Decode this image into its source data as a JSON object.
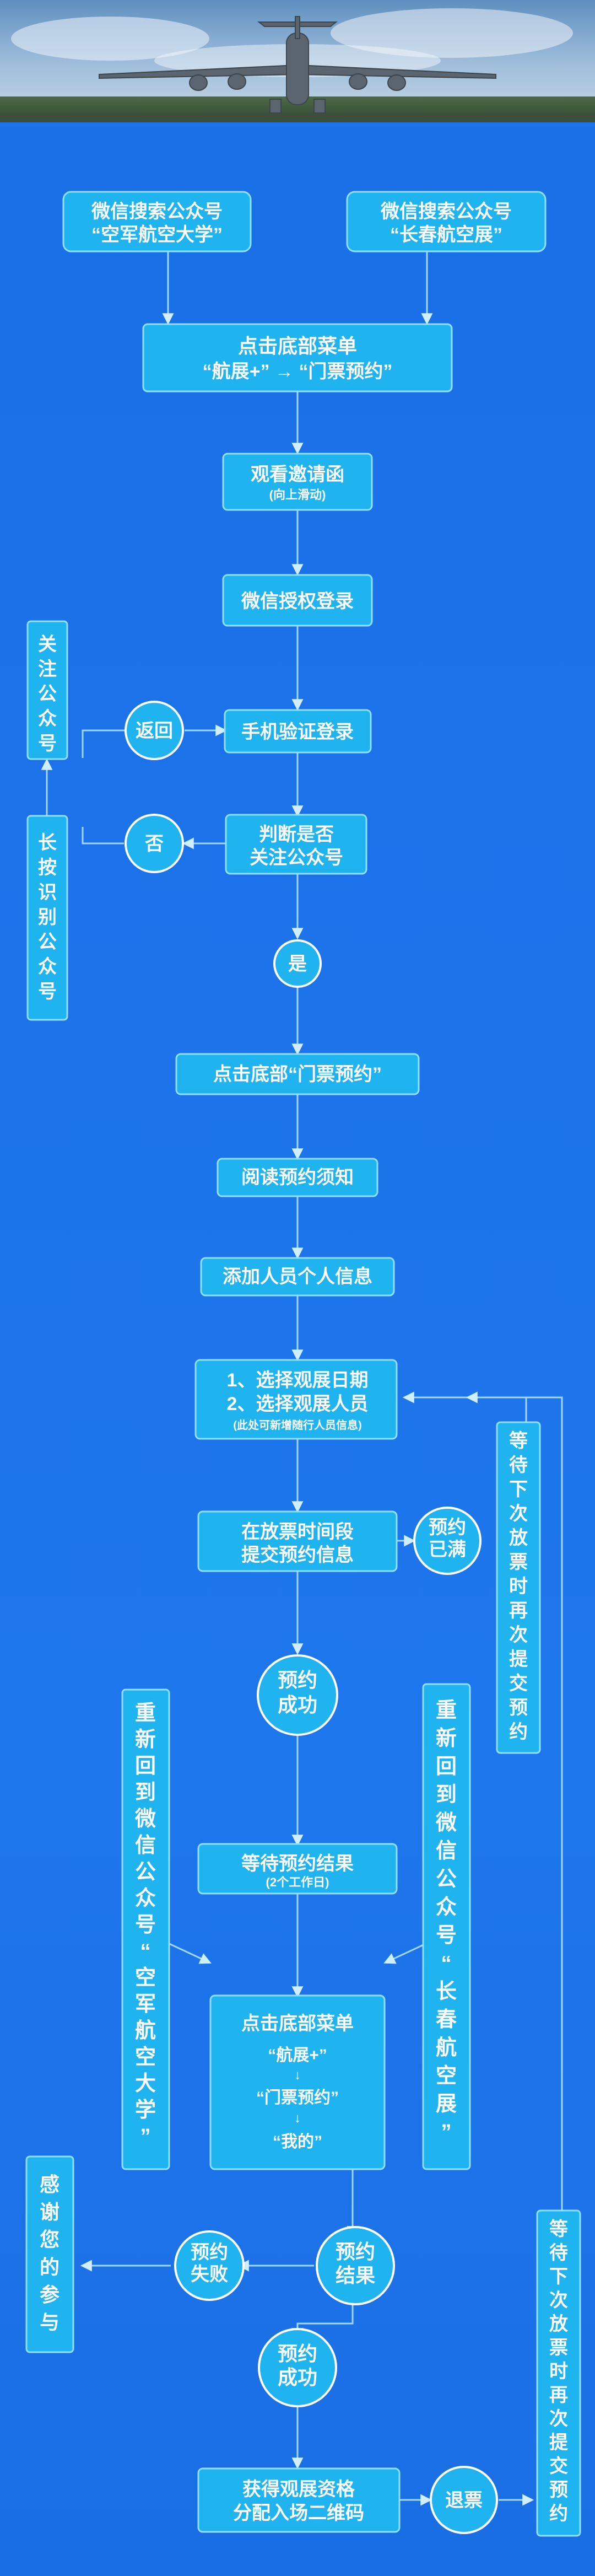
{
  "colors": {
    "background": "#1c73ea",
    "box_fill": "#1fb3f0",
    "box_border": "#8fe0ff",
    "connector": "#9fd7ff",
    "text": "#ffffff"
  },
  "hero_image": {
    "icon": "cargo-plane-icon"
  },
  "nodes": {
    "wechat_search_kjhk": [
      "微信搜索公众号",
      "“空军航空大学”"
    ],
    "wechat_search_cchk": [
      "微信搜索公众号",
      "“长春航空展”"
    ],
    "menu_tap": [
      "点击底部菜单",
      "“航展+”  →  “门票预约”"
    ],
    "invitation": [
      "观看邀请函"
    ],
    "invitation_sub": "(向上滑动)",
    "wechat_login": [
      "微信授权登录"
    ],
    "phone_login": [
      "手机验证登录"
    ],
    "back": [
      "返回"
    ],
    "follow_account": [
      "关",
      "注",
      "公",
      "众",
      "号"
    ],
    "check_follow": [
      "判断是否",
      "关注公众号"
    ],
    "no": [
      "否"
    ],
    "long_press": [
      "长",
      "按",
      "识",
      "别",
      "公",
      "众",
      "号"
    ],
    "yes": [
      "是"
    ],
    "tap_ticket": [
      "点击底部“门票预约”"
    ],
    "read_notice": [
      "阅读预约须知"
    ],
    "add_person": [
      "添加人员个人信息"
    ],
    "choose_date": [
      "1、选择观展日期",
      "2、选择观展人员"
    ],
    "choose_date_sub": "(此处可新增随行人员信息)",
    "submit_info": [
      "在放票时间段",
      "提交预约信息"
    ],
    "full": [
      "预约",
      "已满"
    ],
    "wait_next_1": [
      "等",
      "待",
      "下",
      "次",
      "放",
      "票",
      "时",
      "再",
      "次",
      "提",
      "交",
      "预",
      "约"
    ],
    "success_1": [
      "预约",
      "成功"
    ],
    "back_kjhk": [
      "重",
      "新",
      "回",
      "到",
      "微",
      "信",
      "公",
      "众",
      "号",
      "“",
      "空",
      "军",
      "航",
      "空",
      "大",
      "学",
      "”"
    ],
    "back_cchk": [
      "重",
      "新",
      "回",
      "到",
      "微",
      "信",
      "公",
      "众",
      "号",
      "“",
      "长",
      "春",
      "航",
      "空",
      "展",
      "”"
    ],
    "wait_result": [
      "等待预约结果"
    ],
    "wait_result_sub": "(2个工作日)",
    "menu_my": [
      "点击底部菜单",
      "“航展+”",
      "↓",
      "“门票预约”",
      "↓",
      "“我的”"
    ],
    "thanks": [
      "感",
      "谢",
      "您",
      "的",
      "参",
      "与"
    ],
    "fail": [
      "预约",
      "失败"
    ],
    "result": [
      "预约",
      "结果"
    ],
    "wait_next_2": [
      "等",
      "待",
      "下",
      "次",
      "放",
      "票",
      "时",
      "再",
      "次",
      "提",
      "交",
      "预",
      "约"
    ],
    "success_2": [
      "预约",
      "成功"
    ],
    "get_qr": [
      "获得观展资格",
      "分配入场二维码"
    ],
    "refund": [
      "退票"
    ]
  }
}
